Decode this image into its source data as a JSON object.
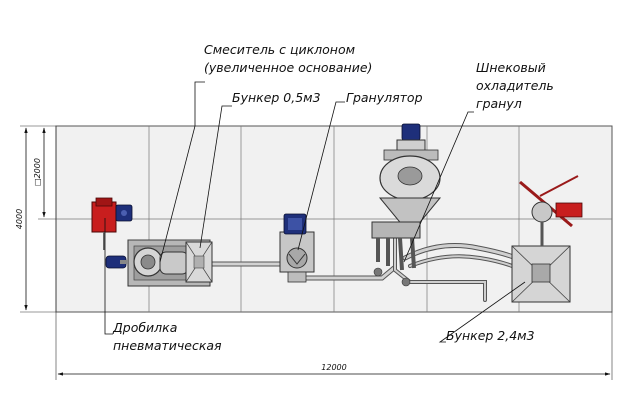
{
  "labels": {
    "mixer_line1": "Смеситель с циклоном",
    "mixer_line2": "(увеличенное основание)",
    "hopper_small": "Бункер 0,5м3",
    "granulator": "Гранулятор",
    "cooler_line1": "Шнековый",
    "cooler_line2": "охладитель",
    "cooler_line3": "гранул",
    "crusher_line1": "Дробилка",
    "crusher_line2": "пневматическая",
    "hopper_large": "Бункер 2,4м3"
  },
  "dimensions": {
    "total_length": "12000",
    "total_width": "4000",
    "half_width": "□2000"
  },
  "colors": {
    "floor": "#f0f0f0",
    "grid": "#666666",
    "metal": "#c4c4c4",
    "metal_dark": "#7a7a7a",
    "motor_blue": "#1e2f7a",
    "crusher_red": "#c81e1e"
  }
}
